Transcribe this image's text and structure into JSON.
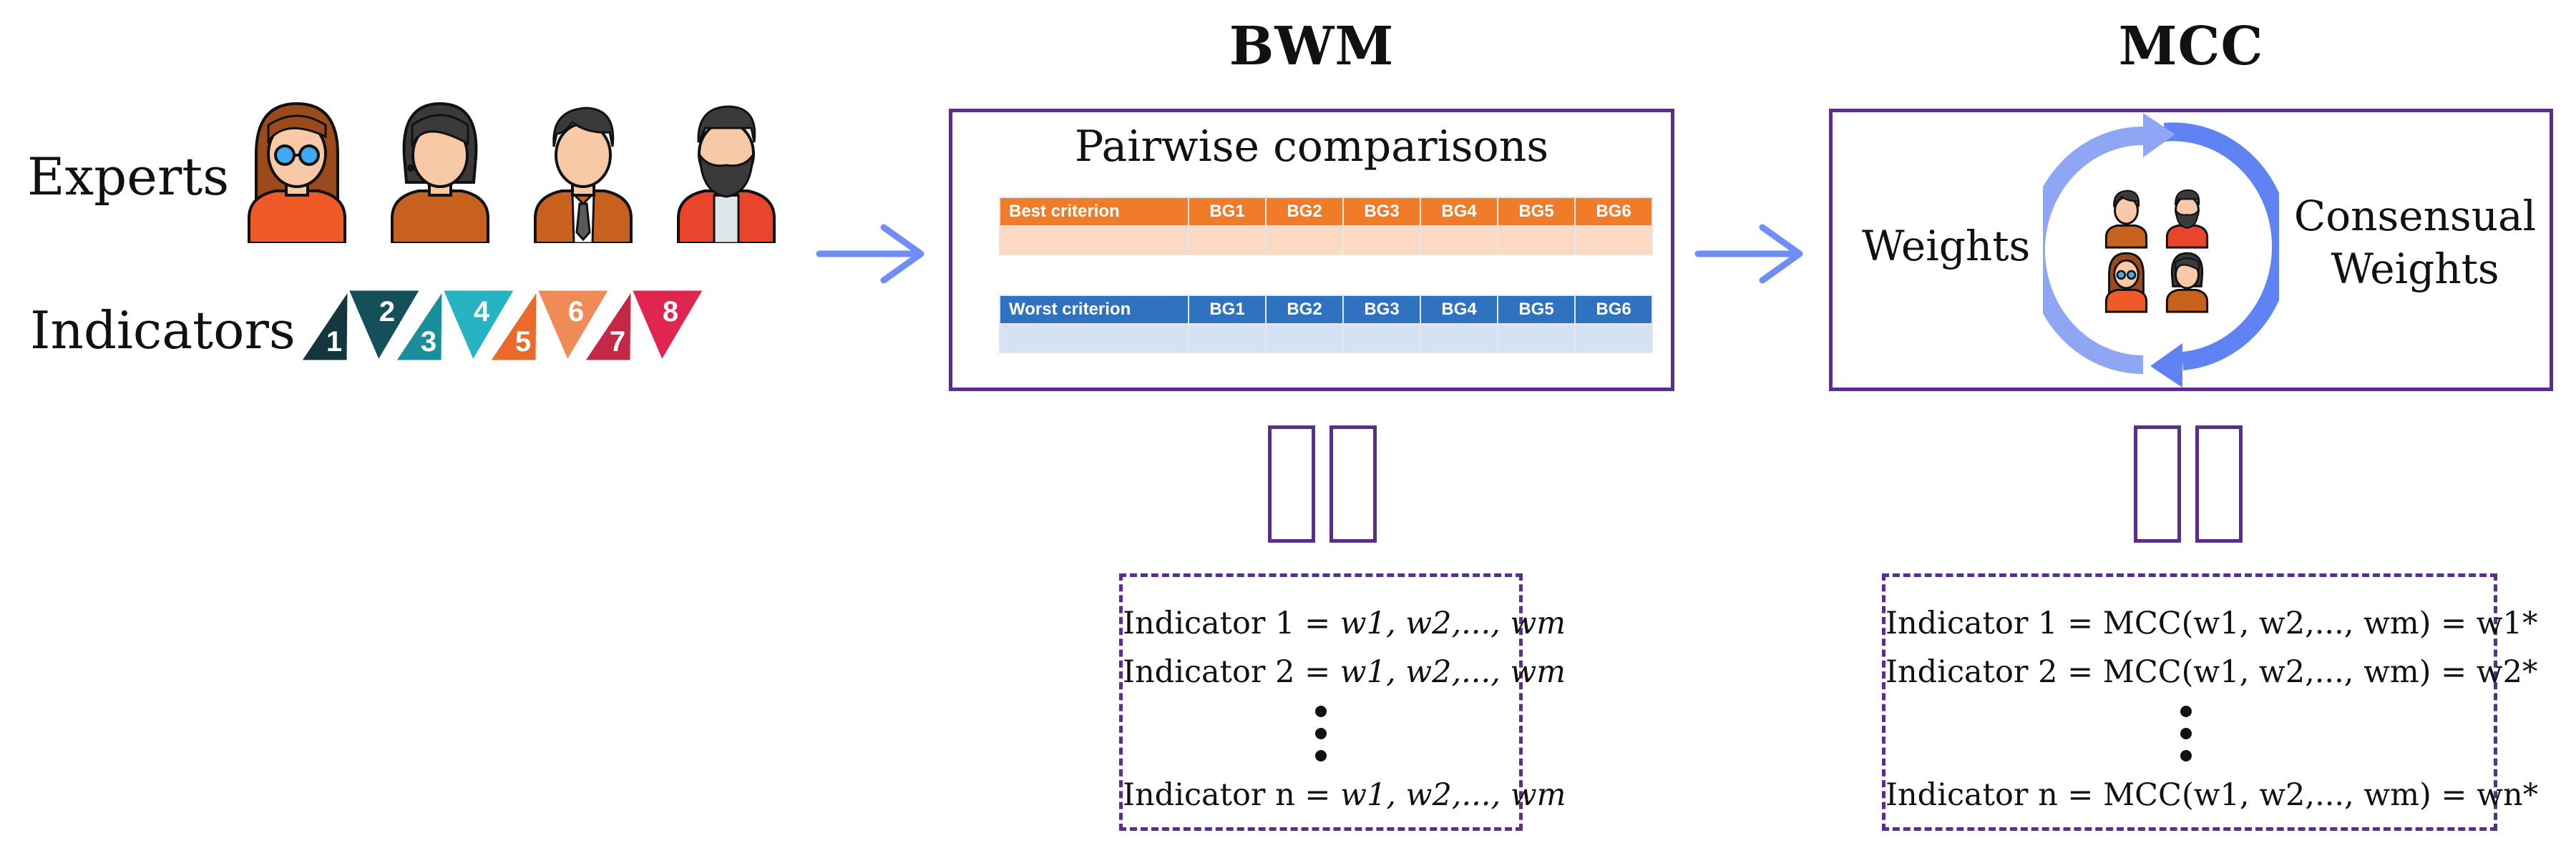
{
  "left": {
    "experts_label": "Experts",
    "indicators_label": "Indicators",
    "indicator_numbers": [
      "1",
      "2",
      "3",
      "4",
      "5",
      "6",
      "7",
      "8"
    ],
    "indicator_colors": [
      "#15363d",
      "#13505a",
      "#1a8e9b",
      "#27b3c2",
      "#ea6a2c",
      "#f08a57",
      "#c42846",
      "#e0264f"
    ]
  },
  "bwm": {
    "title": "BWM",
    "panel_title": "Pairwise comparisons",
    "best_header": "Best criterion",
    "worst_header": "Worst criterion",
    "columns": [
      "BG1",
      "BG2",
      "BG3",
      "BG4",
      "BG5",
      "BG6"
    ],
    "best_color": "#f07c2a",
    "best_row_color": "#fbd9c2",
    "worst_color": "#2f73c0",
    "worst_row_color": "#d5e2f3",
    "equations": [
      {
        "lhs": "Indicator 1 = ",
        "rhs": "w1, w2,..., wm"
      },
      {
        "lhs": "Indicator 2 = ",
        "rhs": "w1, w2,..., wm"
      },
      {
        "lhs": "Indicator n = ",
        "rhs": "w1, w2,..., wm"
      }
    ]
  },
  "mcc": {
    "title": "MCC",
    "weights_label": "Weights",
    "consensual_line1": "Consensual",
    "consensual_line2": "Weights",
    "equations": [
      {
        "text": "Indicator 1 = MCC(w1, w2,..., wm) = w1*"
      },
      {
        "text": "Indicator 2 = MCC(w1, w2,..., wm) = w2*"
      },
      {
        "text": "Indicator n = MCC(w1, w2,..., wm) = wn*"
      }
    ]
  },
  "colors": {
    "panel_border": "#5b2e8e",
    "arrow": "#6e8ef5",
    "cycle": "#5f83f2"
  }
}
